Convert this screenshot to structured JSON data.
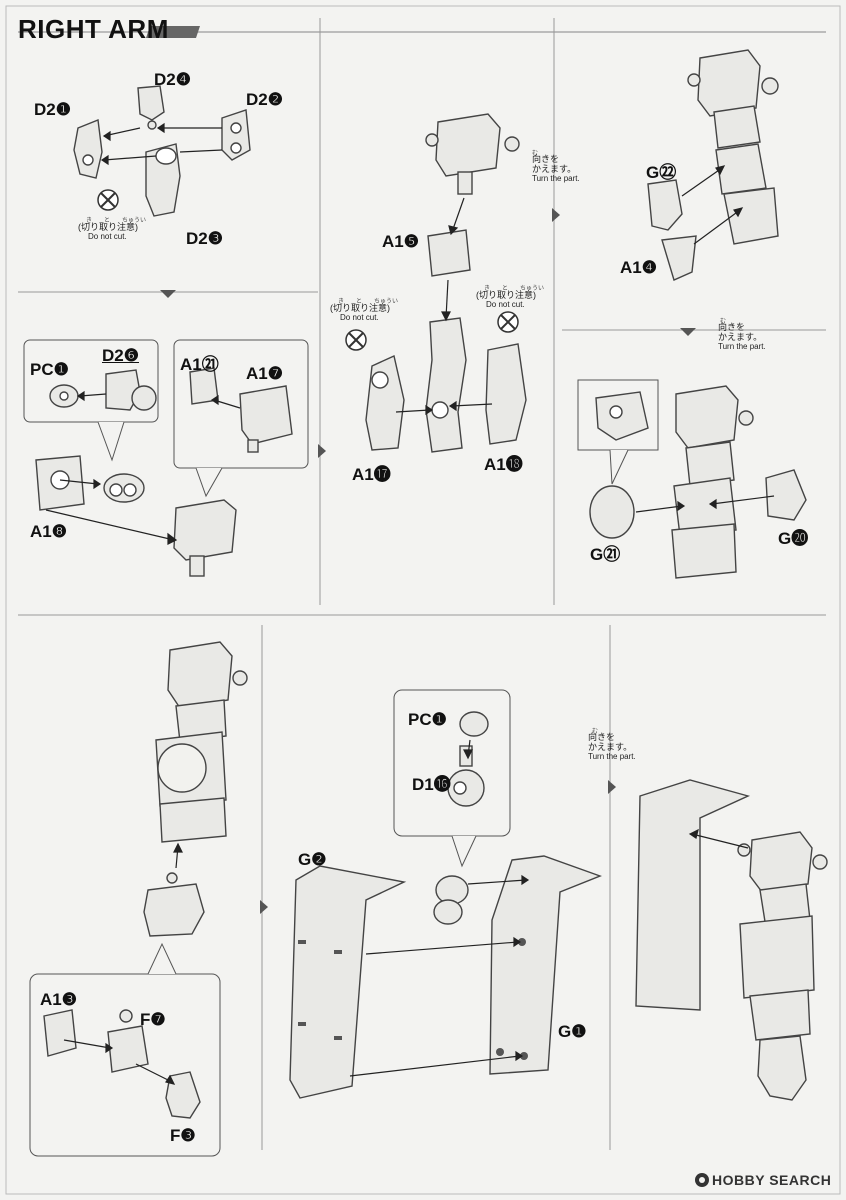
{
  "header": {
    "title": "RIGHT ARM"
  },
  "notes": {
    "do_not_cut_jp": "(切り取り注意)",
    "do_not_cut_en": "Do not cut.",
    "turn_jp_1": "向きを",
    "turn_jp_2": "かえます。",
    "turn_en": "Turn the part."
  },
  "ruby": {
    "kiri": "き",
    "to": "と",
    "chuui": "ちゅうい",
    "mu": "む"
  },
  "parts": {
    "d2_4": "D2❹",
    "d2_1": "D2❶",
    "d2_2": "D2❷",
    "d2_3": "D2❸",
    "pc_1a": "PC❶",
    "d2_6": "D2❻",
    "a1_21": "A1㉑",
    "a1_7": "A1❼",
    "a1_8": "A1❽",
    "a1_5": "A1❺",
    "a1_17": "A1⓱",
    "a1_18": "A1⓲",
    "g_22": "G㉒",
    "a1_4": "A1❹",
    "g_21": "G㉑",
    "g_20": "G⓴",
    "pc_1b": "PC❶",
    "d1_16": "D1⓰",
    "g_2": "G❷",
    "g_1": "G❶",
    "a1_3": "A1❸",
    "f_7": "F❼",
    "f_3": "F❸"
  },
  "footer": {
    "watermark": "HOBBY SEARCH",
    "copyright": "©"
  }
}
